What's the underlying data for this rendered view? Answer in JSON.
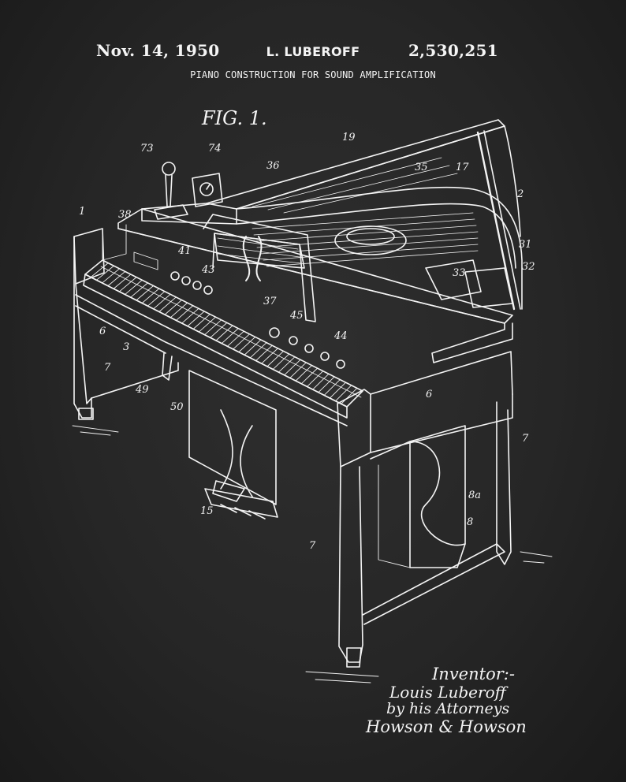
{
  "header": {
    "date": "Nov. 14, 1950",
    "inventor_name": "L. LUBEROFF",
    "patent_number": "2,530,251",
    "title": "PIANO CONSTRUCTION FOR SOUND AMPLIFICATION"
  },
  "figure": {
    "label": "FIG. 1.",
    "ref_numerals": [
      "73",
      "74",
      "19",
      "36",
      "35",
      "17",
      "2",
      "1",
      "38",
      "41",
      "43",
      "31",
      "33",
      "32",
      "37",
      "45",
      "44",
      "6",
      "3",
      "7",
      "49",
      "50",
      "15",
      "8",
      "8a"
    ]
  },
  "signature": {
    "line1": "Inventor:-",
    "line2": "Louis Luberoff",
    "line3": "by his Attorneys",
    "line4": "Howson & Howson"
  },
  "colors": {
    "background": "#262626",
    "ink": "#f4f4f4"
  }
}
